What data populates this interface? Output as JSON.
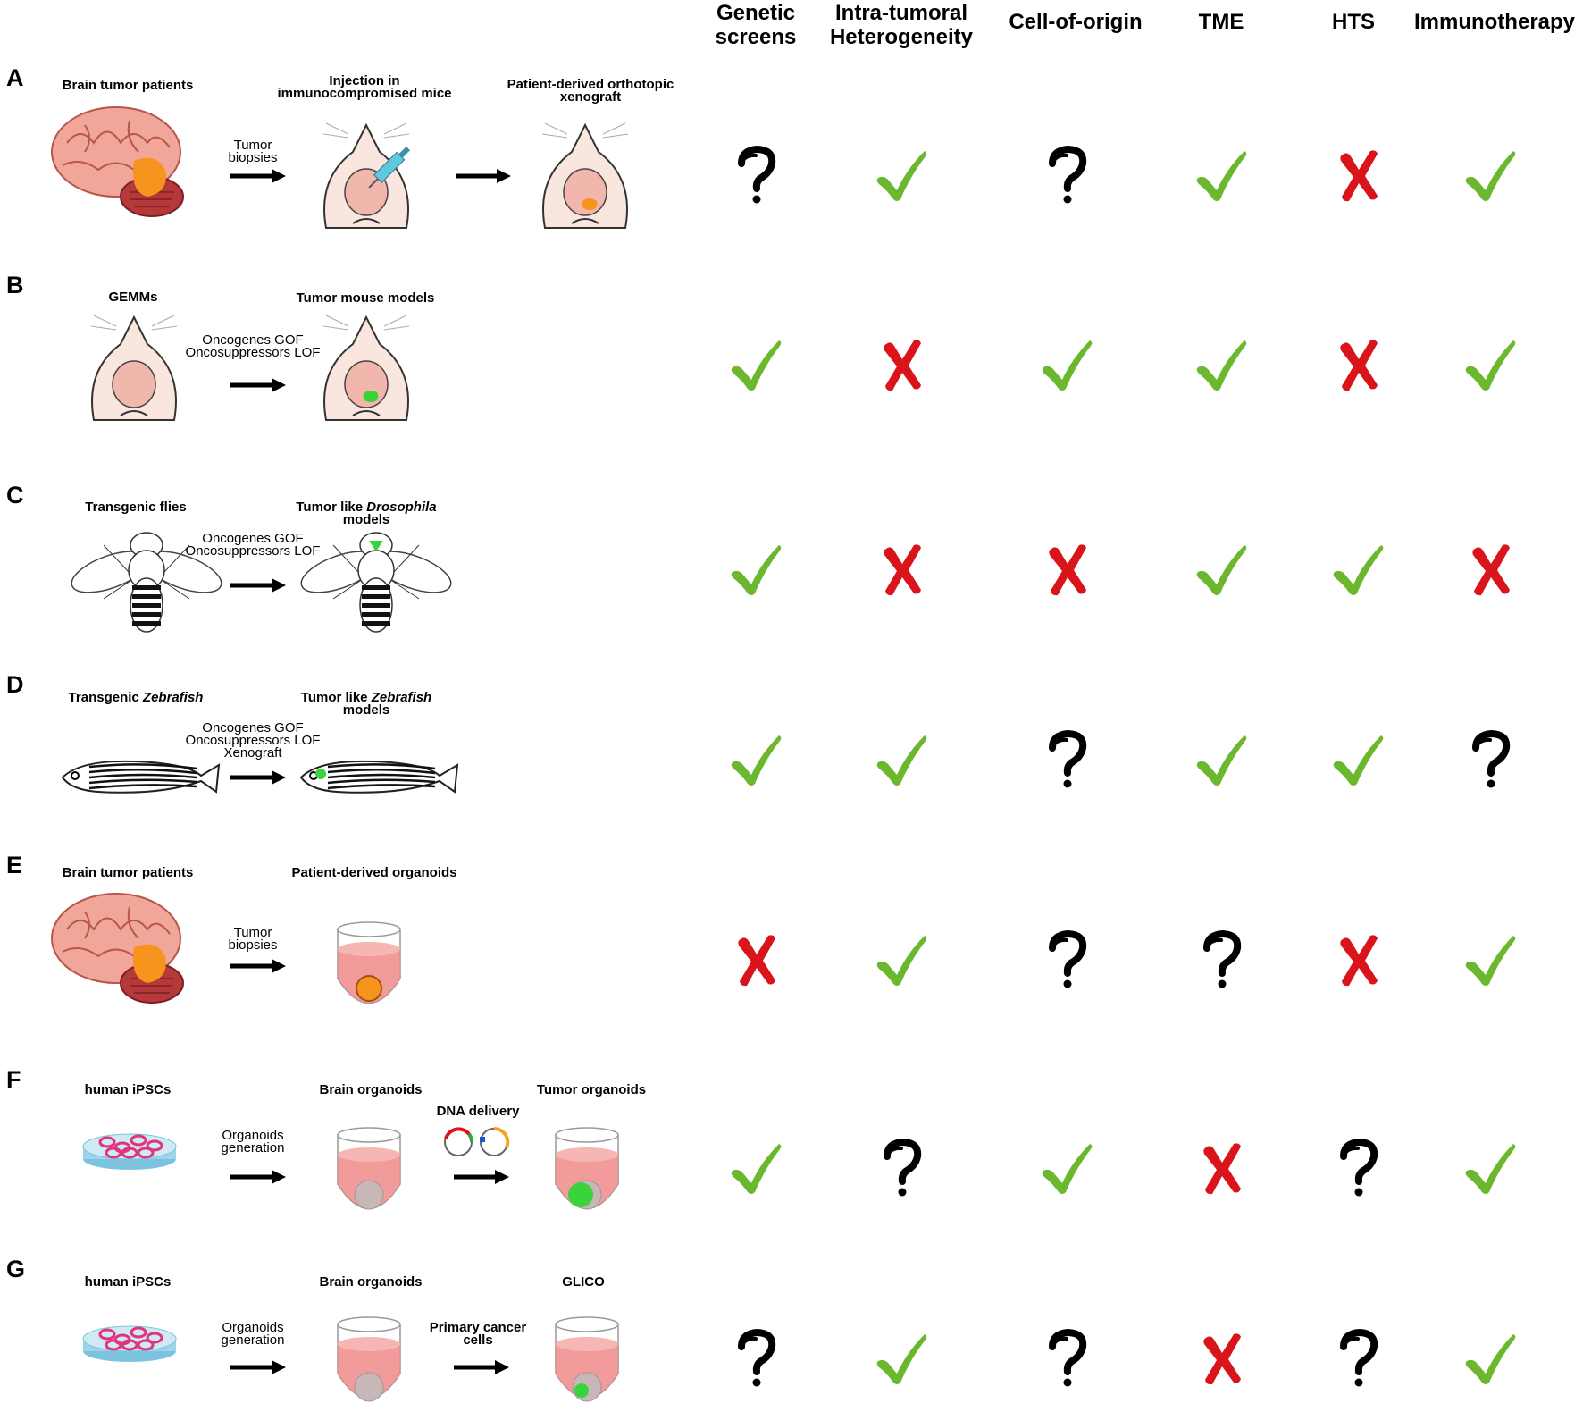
{
  "columns": [
    "Genetic\nscreens",
    "Intra-tumoral\nHeterogeneity",
    "Cell-of-origin",
    "TME",
    "HTS",
    "Immunotherapy"
  ],
  "rows": [
    {
      "letter": "A",
      "labels": [
        "Brain tumor patients",
        "Injection in\nimmunocompromised mice",
        "Patient-derived orthotopic\nxenograft"
      ],
      "arrow_labels": [
        "Tumor\nbiopsies",
        ""
      ],
      "marks": [
        "question",
        "check",
        "question",
        "check",
        "cross",
        "check"
      ]
    },
    {
      "letter": "B",
      "labels": [
        "GEMMs",
        "Tumor mouse models"
      ],
      "arrow_labels": [
        "Oncogenes GOF\nOncosuppressors LOF"
      ],
      "marks": [
        "check",
        "cross",
        "check",
        "check",
        "cross",
        "check"
      ]
    },
    {
      "letter": "C",
      "labels": [
        "Transgenic flies"
      ],
      "label_italic": {
        "before": "Tumor like ",
        "italic": "Drosophila",
        "after": "\nmodels"
      },
      "arrow_labels": [
        "Oncogenes GOF\nOncosuppressors LOF"
      ],
      "marks": [
        "check",
        "cross",
        "cross",
        "check",
        "check",
        "cross"
      ]
    },
    {
      "letter": "D",
      "label_first": {
        "before": "Transgenic ",
        "italic": "Zebrafish",
        "after": ""
      },
      "label_italic": {
        "before": "Tumor like ",
        "italic": "Zebrafish",
        "after": "\nmodels"
      },
      "arrow_labels": [
        "Oncogenes GOF\nOncosuppressors LOF\nXenograft"
      ],
      "marks": [
        "check",
        "check",
        "question",
        "check",
        "check",
        "question"
      ]
    },
    {
      "letter": "E",
      "labels": [
        "Brain tumor patients",
        "Patient-derived organoids"
      ],
      "arrow_labels": [
        "Tumor\nbiopsies"
      ],
      "marks": [
        "cross",
        "check",
        "question",
        "question",
        "cross",
        "check"
      ]
    },
    {
      "letter": "F",
      "labels": [
        "human iPSCs",
        "Brain organoids",
        "Tumor organoids"
      ],
      "arrow_labels": [
        "Organoids\ngeneration",
        "DNA delivery"
      ],
      "marks": [
        "check",
        "question",
        "check",
        "cross",
        "question",
        "check"
      ]
    },
    {
      "letter": "G",
      "labels": [
        "human iPSCs",
        "Brain organoids",
        "GLICO"
      ],
      "arrow_labels": [
        "Organoids\ngeneration",
        "Primary cancer\ncells"
      ],
      "marks": [
        "question",
        "check",
        "question",
        "cross",
        "question",
        "check"
      ]
    }
  ],
  "colors": {
    "check": "#6bb82e",
    "cross": "#d9141b",
    "question": "#000000",
    "brain": "#f1a69a",
    "tumor": "#f7941d",
    "green_tumor": "#39d43c",
    "organoid_medium": "#f08a8a",
    "dish": "#9fd3ea"
  },
  "icons": [
    "brain-icon",
    "mouse-icon",
    "syringe-icon",
    "fly-icon",
    "zebrafish-icon",
    "organoid-tube-icon",
    "petri-dish-icon",
    "plasmid-icon",
    "arrow-icon"
  ]
}
